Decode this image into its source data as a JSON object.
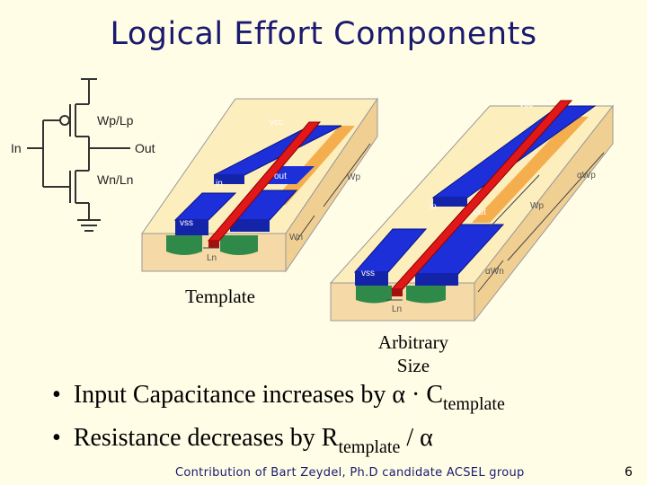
{
  "title": "Logical Effort Components",
  "schematic": {
    "wp_label": "Wp/Lp",
    "wn_label": "Wn/Ln",
    "in_label": "In",
    "out_label": "Out"
  },
  "template_device": {
    "vcc": "vcc",
    "in": "in",
    "out": "out",
    "vss": "vss",
    "wp": "Wp",
    "wn": "Wn",
    "ln": "Ln"
  },
  "arbitrary_device": {
    "vcc": "vcc",
    "in": "in",
    "out": "out",
    "vss": "vss",
    "awp": "αWp",
    "wp": "Wp",
    "awn": "αWn",
    "ln": "Ln"
  },
  "captions": {
    "template": "Template",
    "arbitrary_line1": "Arbitrary",
    "arbitrary_line2": "Size"
  },
  "bullets": {
    "b1_text": "Input Capacitance increases by α · C",
    "b1_sub": "template",
    "b2_text": "Resistance decreases by R",
    "b2_sub": "template",
    "b2_tail": " / α"
  },
  "footer": "Contribution of Bart Zeydel, Ph.D candidate ACSEL group",
  "page_number": "6",
  "colors": {
    "background": "#fffde6",
    "title": "#1a1a6e",
    "substrate": "#f5d9a6",
    "metal_blue": "#1c2fd9",
    "poly_red": "#e01818",
    "diffusion_green": "#2f8a4a",
    "orange_layer": "#f3a23a"
  }
}
